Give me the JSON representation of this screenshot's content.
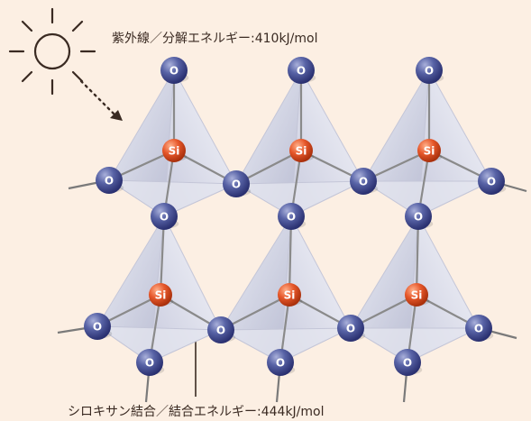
{
  "uv_caption": "紫外線／分解エネルギー:410kJ/mol",
  "bond_caption": "シロキサン結合／結合エネルギー:444kJ/mol",
  "atoms": {
    "oxygen_label": "O",
    "silicon_label": "Si"
  },
  "icons": {
    "sun": "sun-icon",
    "uv_arrow": "dotted-arrow-icon",
    "pointer_arrow": "pointer-arrow-icon"
  },
  "colors": {
    "background": "#fcefe3",
    "oxygen": "#4b5596",
    "silicon": "#e0542a",
    "tetrahedron": "#d7d8e6",
    "bond": "#7a7a7a",
    "text": "#3a2a22"
  }
}
